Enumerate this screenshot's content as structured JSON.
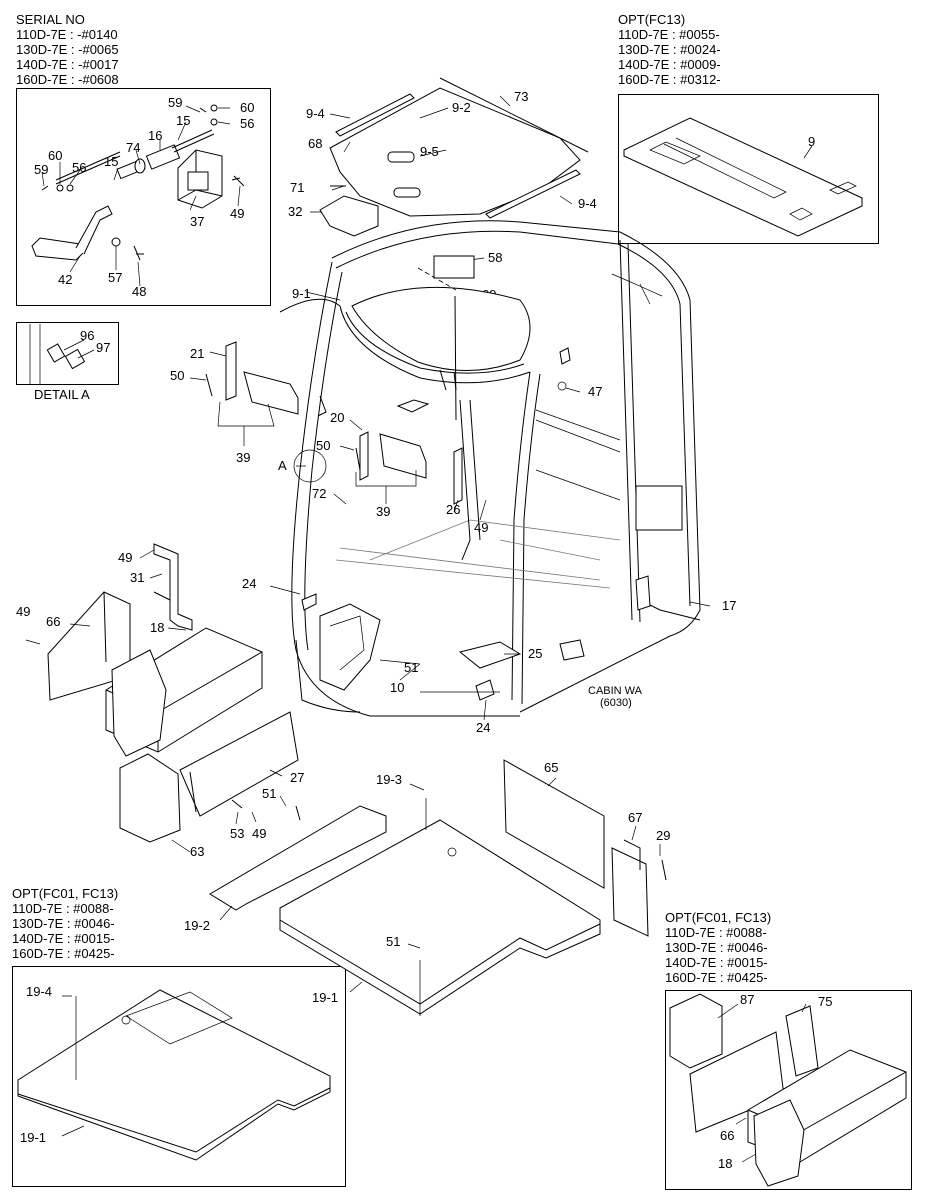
{
  "blocks": {
    "serial": {
      "title": "SERIAL NO",
      "lines": [
        "110D-7E : -#0140",
        "130D-7E : -#0065",
        "140D-7E : -#0017",
        "160D-7E : -#0608"
      ]
    },
    "opt_fc13": {
      "title": "OPT(FC13)",
      "lines": [
        "110D-7E : #0055-",
        "130D-7E : #0024-",
        "140D-7E : #0009-",
        "160D-7E : #0312-"
      ]
    },
    "opt_fc01_left": {
      "title": "OPT(FC01, FC13)",
      "lines": [
        "110D-7E : #0088-",
        "130D-7E : #0046-",
        "140D-7E : #0015-",
        "160D-7E : #0425-"
      ]
    },
    "opt_fc01_right": {
      "title": "OPT(FC01, FC13)",
      "lines": [
        "110D-7E : #0088-",
        "130D-7E : #0046-",
        "140D-7E : #0015-",
        "160D-7E : #0425-"
      ]
    }
  },
  "detail_caption": "DETAIL A",
  "cabin_caption": [
    "CABIN WA",
    "(6030)"
  ],
  "callouts": {
    "c59a": "59",
    "c60a": "60",
    "c56a": "56",
    "c15a": "15",
    "c74": "74",
    "c16": "16",
    "c60b": "60",
    "c56b": "56",
    "c59b": "59",
    "c15b": "15",
    "c37": "37",
    "c49a": "49",
    "c42": "42",
    "c57": "57",
    "c48": "48",
    "c96": "96",
    "c97": "97",
    "c9_4a": "9-4",
    "c68": "68",
    "c9_2": "9-2",
    "c73": "73",
    "c9_5": "9-5",
    "c9_4b": "9-4",
    "c71": "71",
    "c32": "32",
    "c58": "58",
    "c9_1": "9-1",
    "c69": "69",
    "c9": "9",
    "c21": "21",
    "c50a": "50",
    "c39a": "39",
    "c47": "47",
    "c20": "20",
    "c50b": "50",
    "cA": "A",
    "c39b": "39",
    "c72": "72",
    "c26": "26",
    "c49b": "49",
    "c49c": "49",
    "c31": "31",
    "c49d": "49",
    "c66a": "66",
    "c18a": "18",
    "c24a": "24",
    "c51a": "51",
    "c10": "10",
    "c25": "25",
    "c17": "17",
    "c24b": "24",
    "c27": "27",
    "c51b": "51",
    "c53": "53",
    "c49e": "49",
    "c63": "63",
    "c19_3": "19-3",
    "c65": "65",
    "c67": "67",
    "c29": "29",
    "c19_2": "19-2",
    "c51c": "51",
    "c19_1a": "19-1",
    "c19_4": "19-4",
    "c19_1b": "19-1",
    "c87": "87",
    "c75": "75",
    "c66b": "66",
    "c18b": "18"
  }
}
